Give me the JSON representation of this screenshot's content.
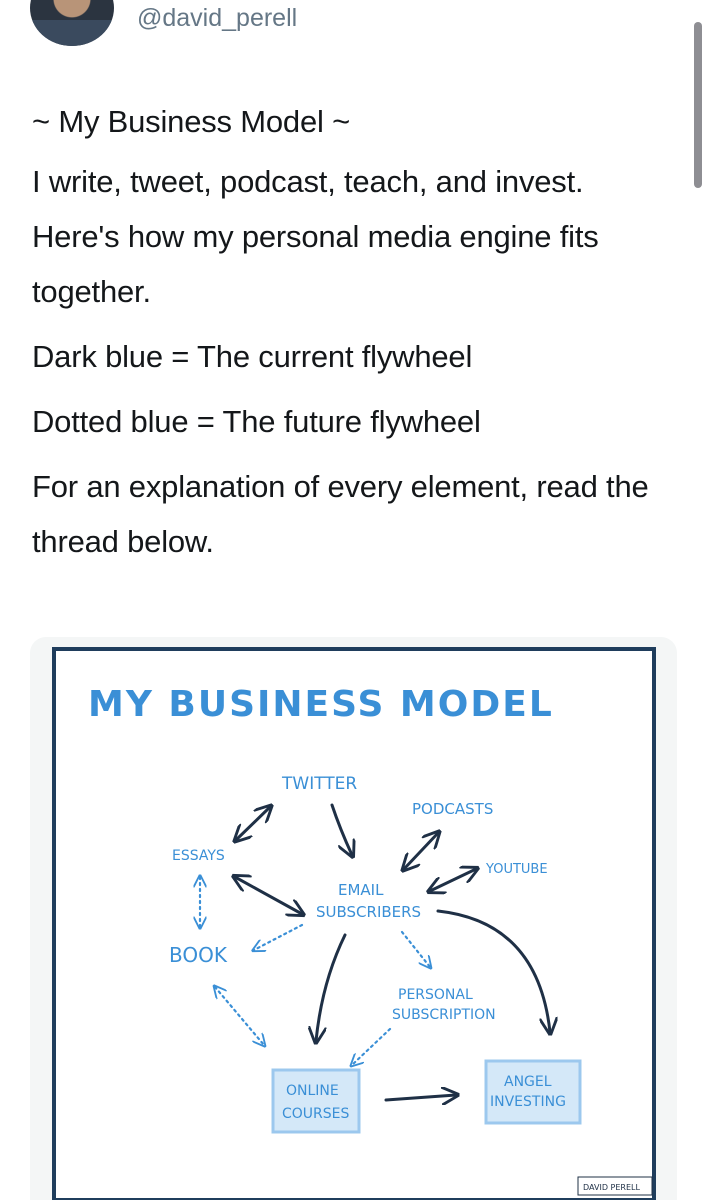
{
  "author": {
    "handle": "@david_perell",
    "avatar_icon": "profile-photo"
  },
  "tweet": {
    "title": "~ My Business Model ~",
    "paragraphs": [
      "I write, tweet, podcast, teach, and invest. Here's how my personal media engine fits together.",
      "Dark blue = The current flywheel",
      "Dotted blue = The future flywheel",
      "For an explanation of every element, read the thread below."
    ]
  },
  "diagram": {
    "title": "MY BUSINESS MODEL",
    "nodes": {
      "twitter": "TWITTER",
      "podcasts": "PODCASTS",
      "essays": "ESSAYS",
      "youtube": "YOUTUBE",
      "email_line1": "EMAIL",
      "email_line2": "SUBSCRIBERS",
      "book": "BOOK",
      "personal_line1": "PERSONAL",
      "personal_line2": "SUBSCRIPTION",
      "courses_line1": "ONLINE",
      "courses_line2": "COURSES",
      "angel_line1": "ANGEL",
      "angel_line2": "INVESTING"
    },
    "signature": "DAVID PERELL",
    "colors": {
      "frame": "#1f3d5c",
      "ink": "#1f3046",
      "accent": "#3a8fd6"
    }
  }
}
